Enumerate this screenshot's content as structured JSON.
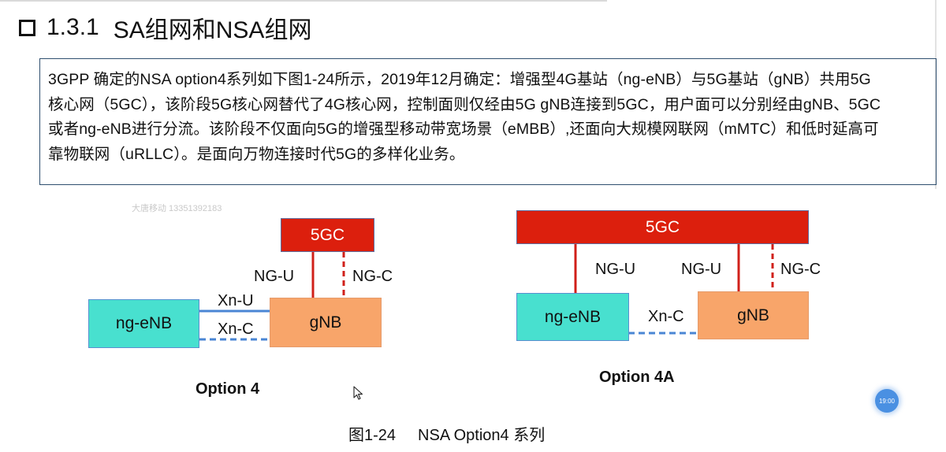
{
  "heading": {
    "icon": "square-bullet-icon",
    "number": "1.3.1",
    "title": "SA组网和NSA组网"
  },
  "paragraph": {
    "lines": [
      "3GPP 确定的NSA option4系列如下图1-24所示，2019年12月确定：增强型4G基站（ng-eNB）与5G基站（gNB）共用5G",
      "核心网（5GC），该阶段5G核心网替代了4G核心网，控制面则仅经由5G gNB连接到5GC，用户面可以分别经由gNB、5GC",
      "或者ng-eNB进行分流。该阶段不仅面向5G的增强型移动带宽场景（eMBB）,还面向大规模网联网（mMTC）和低时延高可",
      "靠物联网（uRLLC）。是面向万物连接时代5G的多样化业务。"
    ]
  },
  "watermark": "大唐移动 13351392183",
  "diagram_option4": {
    "core": "5GC",
    "enb": "ng-eNB",
    "gnb": "gNB",
    "ng_u": "NG-U",
    "ng_c": "NG-C",
    "xn_u": "Xn-U",
    "xn_c": "Xn-C",
    "caption": "Option 4"
  },
  "diagram_option4a": {
    "core": "5GC",
    "enb": "ng-eNB",
    "gnb": "gNB",
    "ng_u_enb": "NG-U",
    "ng_u_gnb": "NG-U",
    "ng_c": "NG-C",
    "xn_c": "Xn-C",
    "caption": "Option 4A"
  },
  "figure_caption": {
    "number": "图1-24",
    "text": "NSA Option4 系列"
  },
  "overlay": {
    "clock_badge": "19:00",
    "cursor_icon": "mouse-pointer-icon"
  },
  "colors": {
    "core_red": "#dc1f0d",
    "enb_teal": "#48e0cf",
    "gnb_orange": "#f8a56a",
    "ng_line_red": "#d0201a",
    "xn_line_blue": "#4a86d4"
  }
}
